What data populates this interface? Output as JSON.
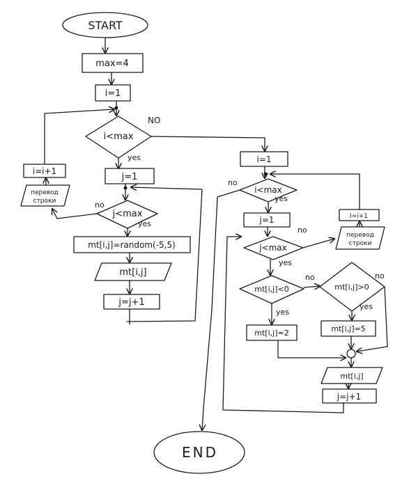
{
  "start": "START",
  "end": "END",
  "left": {
    "max_assign": "max=4",
    "i_init": "i=1",
    "i_cond": "i<max",
    "i_cond_no": "NO",
    "i_cond_yes": "yes",
    "j_init": "j=1",
    "j_cond": "j<max",
    "j_cond_no": "no",
    "j_cond_yes": "yes",
    "random_assign": "mt[i,j]=random(-5,5)",
    "output": "mt[i,j]",
    "j_inc": "j=j+1",
    "i_inc": "i=i+1",
    "newline_1": "перевод",
    "newline_2": "строки"
  },
  "right": {
    "i_init": "i=1",
    "i_cond": "i<max",
    "i_cond_no": "no",
    "i_cond_yes": "yes",
    "j_init": "j=1",
    "j_cond": "j<max",
    "j_cond_no": "no",
    "j_cond_yes": "yes",
    "neg_cond": "mt[i,j]<0",
    "neg_no": "no",
    "neg_yes": "yes",
    "pos_cond": "mt[i,j]>0",
    "pos_no": "no",
    "pos_yes": "yes",
    "set_neg": "mt[i,j]=2",
    "set_pos": "mt[i,j]=5",
    "output": "mt[i,j]",
    "j_inc": "j=j+1",
    "i_inc": "i=i+1",
    "newline_1": "перевод",
    "newline_2": "строки"
  }
}
